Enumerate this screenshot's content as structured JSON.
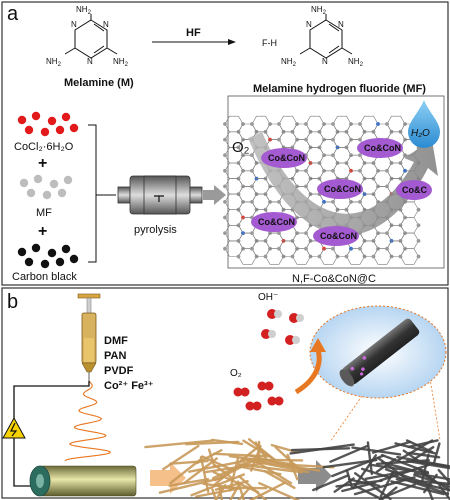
{
  "panel_a": {
    "label": "a",
    "reaction_arrow_label": "HF",
    "hf_fragment": "F-H",
    "melamine_label": "Melamine (M)",
    "mf_label": "Melamine hydrogen fluoride (MF)",
    "amine_group": "NH",
    "amine_subscript": "2",
    "ring_nitrogen": "N",
    "cobalt_salt_label": "CoCl₂·6H₂O",
    "mf_powder_label": "MF",
    "carbon_label": "Carbon black",
    "plus_symbol": "+",
    "furnace_label": "pyrolysis",
    "o2_label": "O₂",
    "h2o_label": "H₂O",
    "site_label": "Co&CoN",
    "site_label_cut": "Co&C",
    "product_label": "N,F-Co&CoN@C"
  },
  "panel_b": {
    "label": "b",
    "solution_items": [
      "DMF",
      "PAN",
      "PVDF",
      "Co²⁺ Fe³⁺"
    ],
    "hydroxide_label": "OH⁻",
    "oxygen_label": "O₂"
  },
  "colors": {
    "border": "#333333",
    "cobalt_salt_dots": "#e31a1c",
    "mf_dots": "#bdbdbd",
    "carbon_dots": "#111111",
    "site_fill": "#a45ad0",
    "lattice_atom": "#9a9a9a",
    "nitrogen_atom": "#2f6fd6",
    "fluorine_atom": "#e63a2f",
    "arrow_grey": "#8c8c8c",
    "orange_arrow": "#e87722",
    "fiber_tan": "#c89a5a",
    "fiber_dark": "#444444",
    "ellipse_blue": "#cfe3f7"
  }
}
